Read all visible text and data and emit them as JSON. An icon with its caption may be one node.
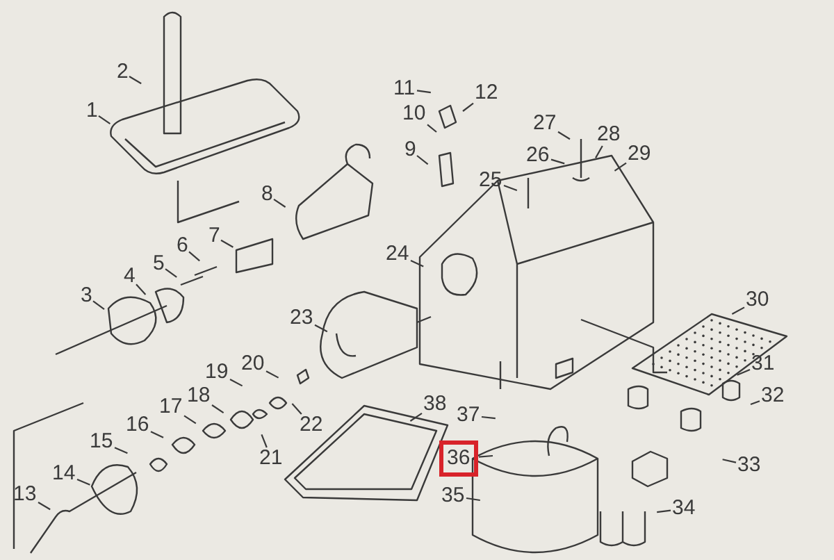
{
  "diagram": {
    "nodes": [
      {
        "text": [
          "1"
        ]
      },
      {
        "text": [
          "2"
        ]
      },
      {
        "text": [
          "3"
        ]
      },
      {
        "text": [
          "4"
        ]
      },
      {
        "text": [
          "5"
        ]
      },
      {
        "text": [
          "6"
        ]
      },
      {
        "text": [
          "7"
        ]
      },
      {
        "text": [
          "8"
        ]
      },
      {
        "text": [
          "9"
        ]
      },
      {
        "text": [
          "10"
        ]
      },
      {
        "text": [
          "11"
        ]
      },
      {
        "text": [
          "12"
        ]
      },
      {
        "text": [
          "13"
        ]
      },
      {
        "text": [
          "14"
        ]
      },
      {
        "text": [
          "15"
        ]
      },
      {
        "text": [
          "16"
        ]
      },
      {
        "text": [
          "17"
        ]
      },
      {
        "text": [
          "18"
        ]
      },
      {
        "text": [
          "19"
        ]
      },
      {
        "text": [
          "20"
        ]
      },
      {
        "text": [
          "21"
        ]
      },
      {
        "text": [
          "22"
        ]
      },
      {
        "text": [
          "23"
        ]
      },
      {
        "text": [
          "24"
        ]
      },
      {
        "text": [
          "25"
        ]
      },
      {
        "text": [
          "26"
        ]
      },
      {
        "text": [
          "27"
        ]
      },
      {
        "text": [
          "28"
        ]
      },
      {
        "text": [
          "29"
        ]
      },
      {
        "text": [
          "30"
        ]
      },
      {
        "text": [
          "31"
        ]
      },
      {
        "text": [
          "32"
        ]
      },
      {
        "text": [
          "33"
        ]
      },
      {
        "text": [
          "34"
        ]
      },
      {
        "text": [
          "35"
        ]
      },
      {
        "text": [
          "36"
        ]
      },
      {
        "text": [
          "37"
        ]
      },
      {
        "text": [
          "38"
        ]
      }
    ],
    "edges": [
      {
        "from": 0,
        "to": null,
        "arrow": "none"
      },
      {
        "from": 1,
        "to": null,
        "arrow": "none"
      },
      {
        "from": 2,
        "to": null,
        "arrow": "none"
      },
      {
        "from": 3,
        "to": null,
        "arrow": "none"
      },
      {
        "from": 4,
        "to": null,
        "arrow": "none"
      },
      {
        "from": 5,
        "to": null,
        "arrow": "none"
      },
      {
        "from": 6,
        "to": null,
        "arrow": "none"
      },
      {
        "from": 7,
        "to": null,
        "arrow": "none"
      },
      {
        "from": 8,
        "to": null,
        "arrow": "none"
      },
      {
        "from": 9,
        "to": null,
        "arrow": "none"
      },
      {
        "from": 10,
        "to": null,
        "arrow": "none"
      },
      {
        "from": 11,
        "to": null,
        "arrow": "none"
      },
      {
        "from": 12,
        "to": null,
        "arrow": "none"
      },
      {
        "from": 13,
        "to": null,
        "arrow": "none"
      },
      {
        "from": 14,
        "to": null,
        "arrow": "none"
      },
      {
        "from": 15,
        "to": null,
        "arrow": "none"
      },
      {
        "from": 16,
        "to": null,
        "arrow": "none"
      },
      {
        "from": 17,
        "to": null,
        "arrow": "none"
      },
      {
        "from": 18,
        "to": null,
        "arrow": "none"
      },
      {
        "from": 19,
        "to": null,
        "arrow": "none"
      },
      {
        "from": 20,
        "to": null,
        "arrow": "none"
      },
      {
        "from": 21,
        "to": null,
        "arrow": "none"
      },
      {
        "from": 22,
        "to": null,
        "arrow": "none"
      },
      {
        "from": 23,
        "to": null,
        "arrow": "none"
      },
      {
        "from": 24,
        "to": null,
        "arrow": "none"
      },
      {
        "from": 25,
        "to": null,
        "arrow": "none"
      },
      {
        "from": 26,
        "to": null,
        "arrow": "none"
      },
      {
        "from": 27,
        "to": null,
        "arrow": "none"
      },
      {
        "from": 28,
        "to": null,
        "arrow": "none"
      },
      {
        "from": 29,
        "to": null,
        "arrow": "none"
      },
      {
        "from": 30,
        "to": null,
        "arrow": "none"
      },
      {
        "from": 31,
        "to": null,
        "arrow": "none"
      },
      {
        "from": 32,
        "to": null,
        "arrow": "none"
      },
      {
        "from": 33,
        "to": null,
        "arrow": "none"
      },
      {
        "from": 34,
        "to": null,
        "arrow": "none"
      },
      {
        "from": 35,
        "to": null,
        "arrow": "none"
      },
      {
        "from": 36,
        "to": null,
        "arrow": "none"
      },
      {
        "from": 37,
        "to": null,
        "arrow": "none"
      }
    ]
  }
}
